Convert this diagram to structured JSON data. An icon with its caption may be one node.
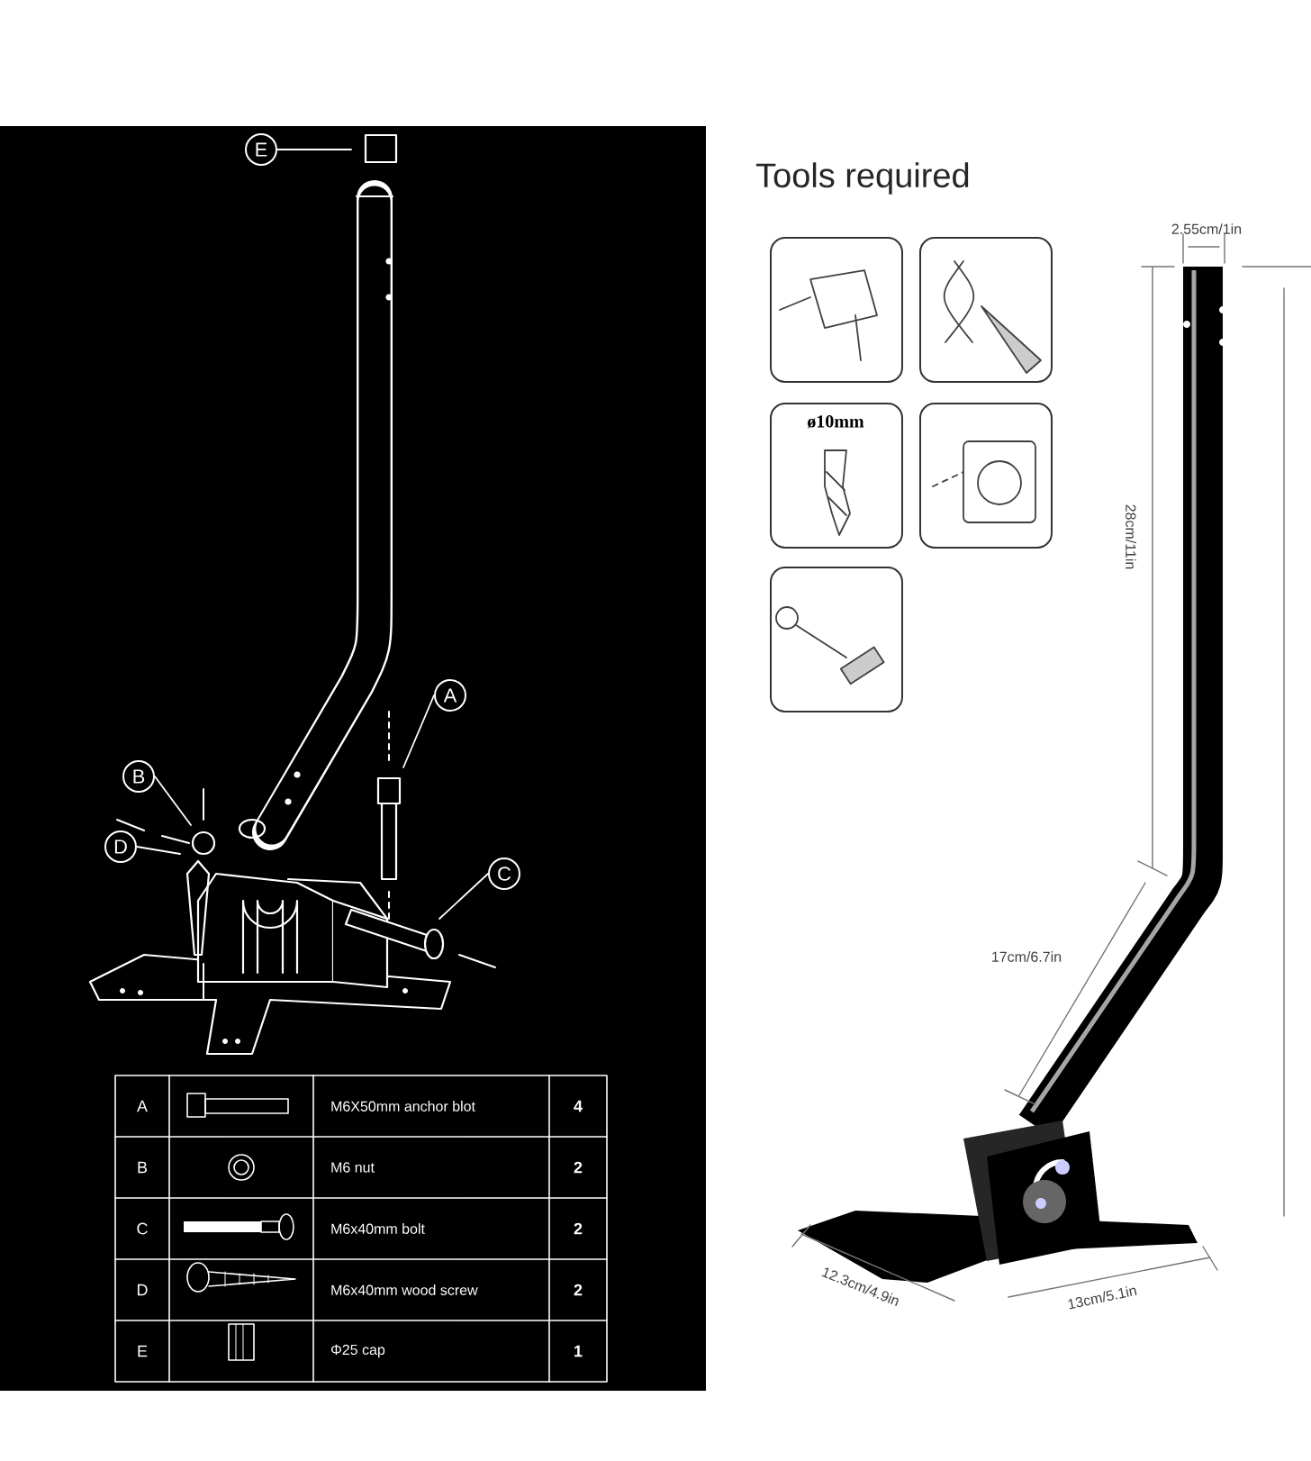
{
  "diagram": {
    "title": "Tools required",
    "nodes": [
      {
        "text": [
          "E"
        ]
      },
      {
        "text": [
          "A"
        ]
      },
      {
        "text": [
          "B"
        ]
      },
      {
        "text": [
          "D"
        ]
      },
      {
        "text": [
          "C"
        ]
      }
    ],
    "edges": [
      {
        "from": 0,
        "to": null,
        "arrow": "none"
      },
      {
        "from": 1,
        "to": null,
        "arrow": "none"
      },
      {
        "from": 2,
        "to": null,
        "arrow": "none"
      },
      {
        "from": 3,
        "to": null,
        "arrow": "none"
      },
      {
        "from": 4,
        "to": null,
        "arrow": "none"
      }
    ],
    "labels": [
      "A",
      "M6X50mm anchor blot",
      "4",
      "B",
      "M6 nut",
      "2",
      "C",
      "M6x40mm bolt",
      "2",
      "D",
      "M6x40mm wood screw",
      "2",
      "E",
      "Φ25 cap",
      "1",
      "ø10mm",
      "2.55cm/1in",
      "28cm/11in",
      "17cm/6.7in",
      "12.3cm/4.9in",
      "13cm/5.1in"
    ]
  }
}
